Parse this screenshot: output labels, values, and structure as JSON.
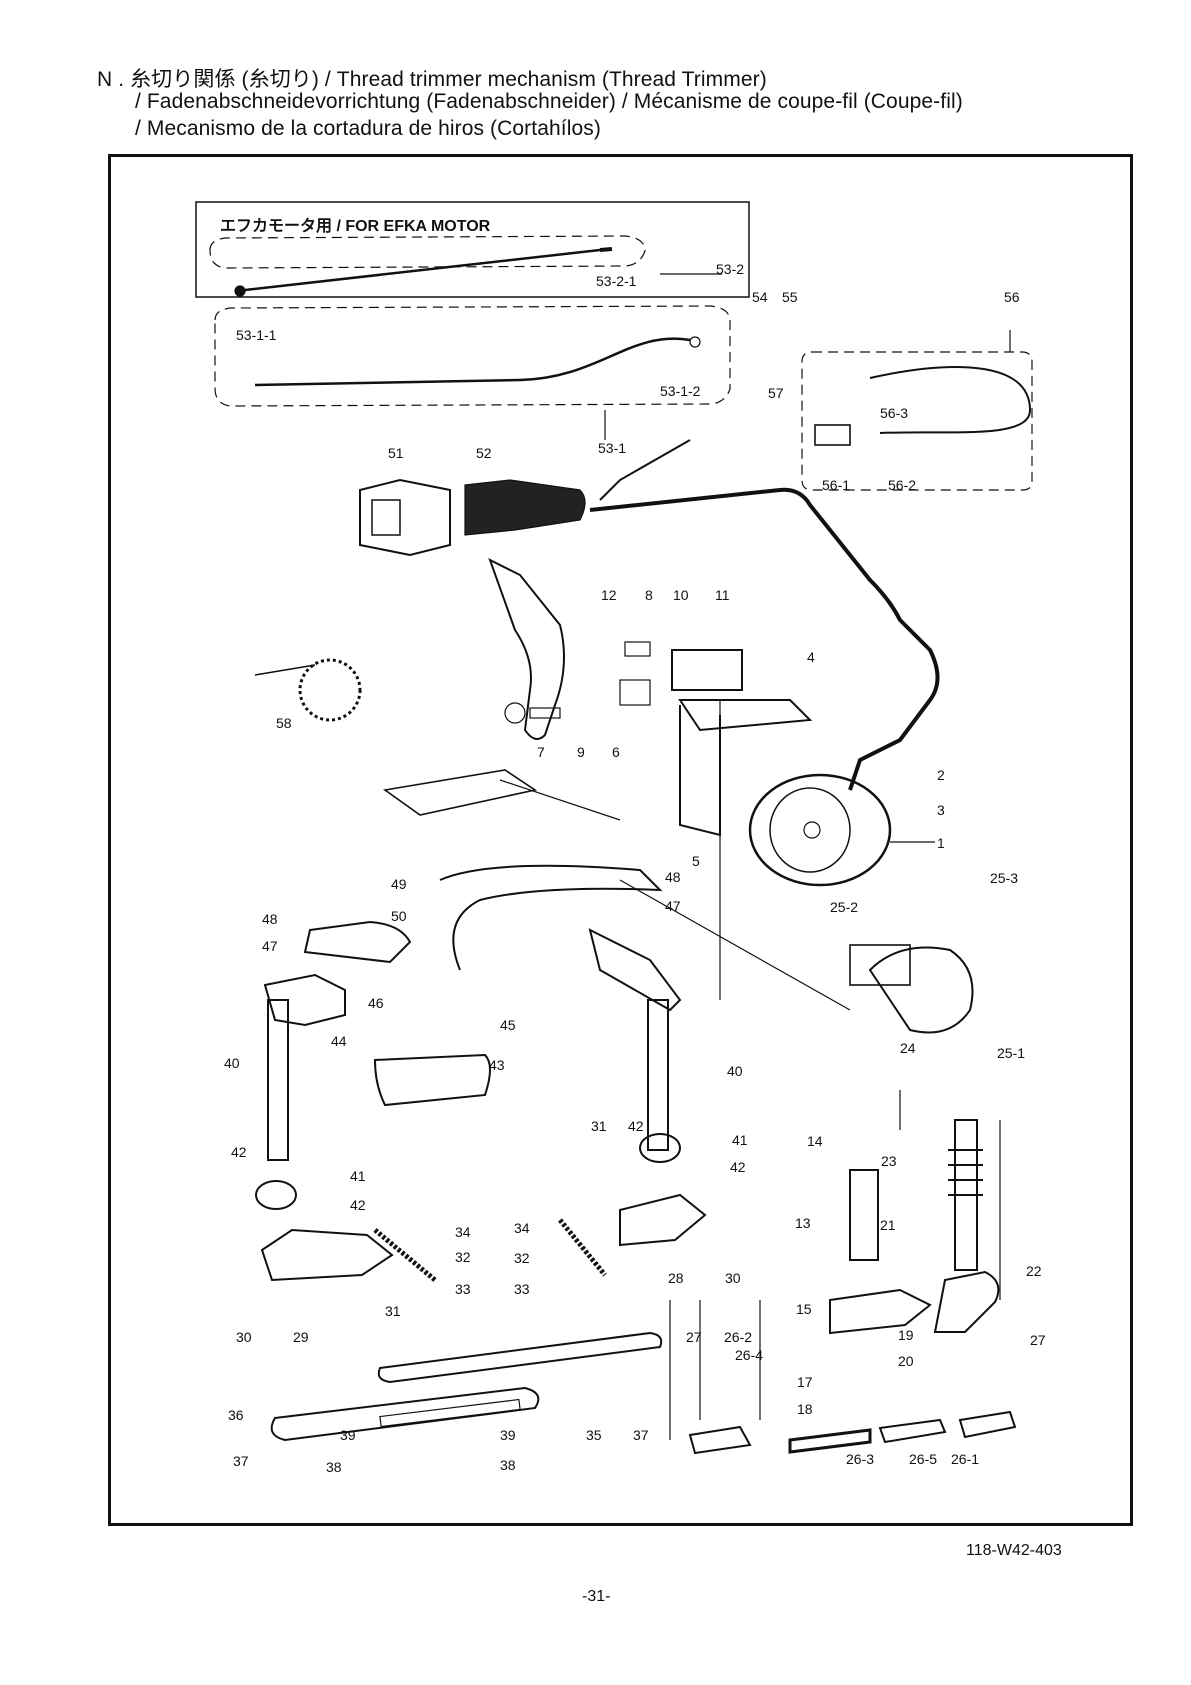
{
  "header": {
    "line1": "N . 糸切り関係 (糸切り) / Thread trimmer mechanism (Thread Trimmer)",
    "line2": "/ Fadenabschneidevorrichtung (Fadenabschneider) / Mécanisme de coupe-fil (Coupe-fil)",
    "line3": "/ Mecanismo de la cortadura de hiros (Cortahílos)"
  },
  "efka_box": {
    "title": "エフカモータ用 / FOR EFKA MOTOR"
  },
  "part_labels": [
    "53-2-1",
    "53-2",
    "53-1-1",
    "53-1-2",
    "53-1",
    "54",
    "55",
    "56",
    "57",
    "56-3",
    "56-1",
    "56-2",
    "51",
    "52",
    "12",
    "8",
    "10",
    "11",
    "4",
    "58",
    "7",
    "9",
    "6",
    "2",
    "3",
    "1",
    "5",
    "48",
    "47",
    "49",
    "50",
    "25-3",
    "25-2",
    "48",
    "47",
    "24",
    "25-1",
    "46",
    "45",
    "44",
    "43",
    "40",
    "40",
    "31",
    "42",
    "41",
    "42",
    "42",
    "41",
    "42",
    "14",
    "23",
    "34",
    "34",
    "32",
    "32",
    "33",
    "33",
    "31",
    "30",
    "29",
    "30",
    "28",
    "13",
    "21",
    "22",
    "15",
    "19",
    "27",
    "27",
    "26-2",
    "26-4",
    "17",
    "18",
    "20",
    "36",
    "39",
    "39",
    "35",
    "37",
    "26-3",
    "26-5",
    "26-1",
    "37",
    "38",
    "38"
  ],
  "footer": {
    "code": "118-W42-403",
    "page": "-31-"
  }
}
